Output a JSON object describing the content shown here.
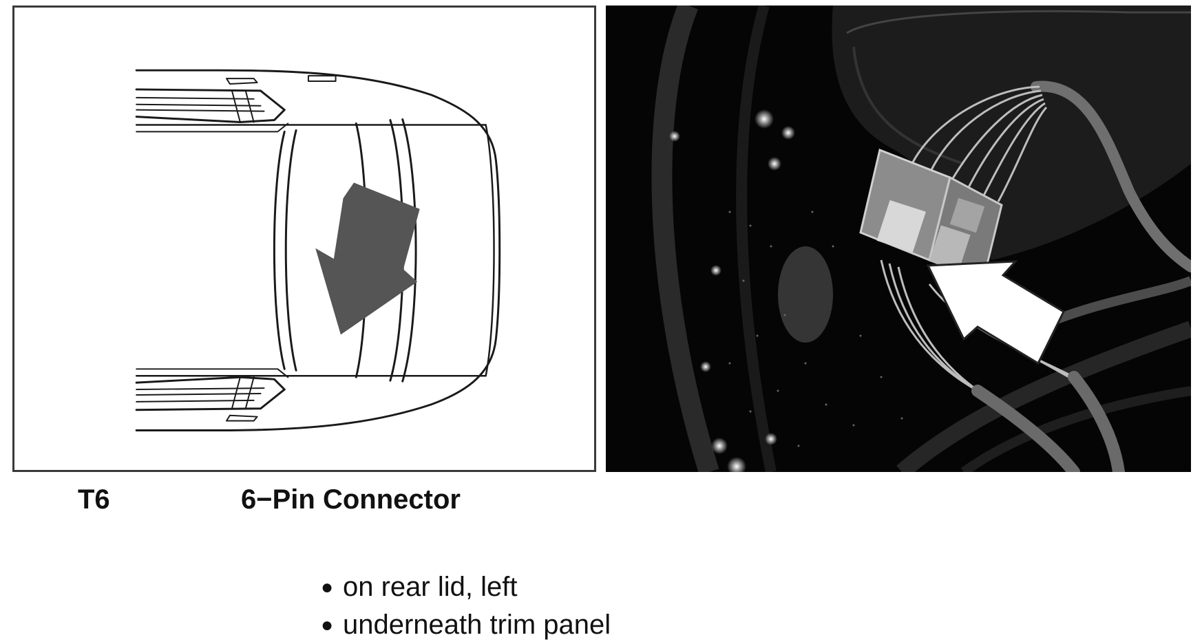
{
  "figure": {
    "code": "T6",
    "title": "6−Pin Connector",
    "notes": [
      "on rear lid, left",
      "underneath trim panel"
    ]
  },
  "colors": {
    "arrow_fill": "#555555",
    "photo_background": "#050505",
    "callout_arrow_fill": "#ffffff"
  },
  "icons": {
    "locator_arrow": "down-left-arrow-icon",
    "callout_arrow": "up-left-arrow-icon"
  }
}
